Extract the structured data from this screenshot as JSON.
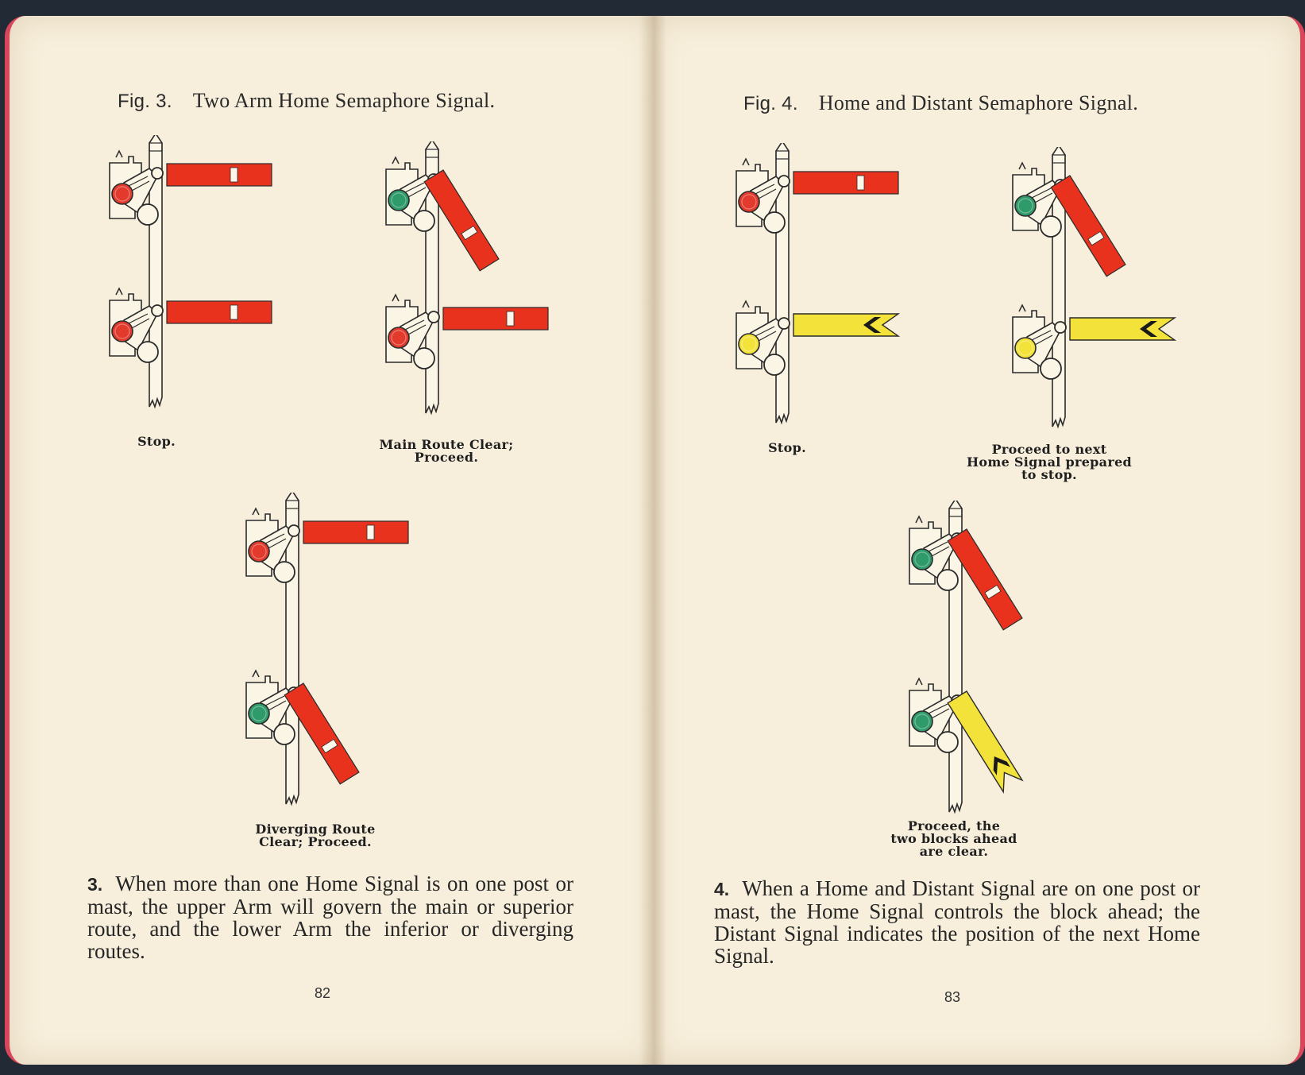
{
  "left_page": {
    "figure_number": "Fig. 3.",
    "figure_title": "Two Arm Home Semaphore Signal.",
    "diagrams": [
      {
        "caption_lines": [
          "Stop."
        ],
        "upper_arm": {
          "color": "#e8321e",
          "position": "horizontal",
          "lamp": "#e23a2c"
        },
        "lower_arm": {
          "color": "#e8321e",
          "position": "horizontal",
          "lamp": "#e23a2c"
        }
      },
      {
        "caption_lines": [
          "Main Route Clear;",
          "Proceed."
        ],
        "upper_arm": {
          "color": "#e8321e",
          "position": "lowered",
          "lamp": "#2f9a6a"
        },
        "lower_arm": {
          "color": "#e8321e",
          "position": "horizontal",
          "lamp": "#e23a2c"
        }
      },
      {
        "caption_lines": [
          "Diverging Route",
          "Clear; Proceed."
        ],
        "upper_arm": {
          "color": "#e8321e",
          "position": "horizontal",
          "lamp": "#e23a2c"
        },
        "lower_arm": {
          "color": "#e8321e",
          "position": "lowered",
          "lamp": "#2f9a6a"
        }
      }
    ],
    "paragraph_number": "3.",
    "paragraph_text": "When more than one Home Signal is on one post or mast, the upper Arm will govern the main or superior route, and the lower Arm the inferior or diverging routes.",
    "page_number": "82"
  },
  "right_page": {
    "figure_number": "Fig. 4.",
    "figure_title": "Home and Distant Semaphore Signal.",
    "diagrams": [
      {
        "caption_lines": [
          "Stop."
        ],
        "upper_arm": {
          "color": "#e8321e",
          "position": "horizontal",
          "lamp": "#e23a2c"
        },
        "lower_arm": {
          "color": "#f2e23a",
          "position": "horizontal",
          "lamp": "#f2e23a",
          "distant": true
        }
      },
      {
        "caption_lines": [
          "Proceed to next",
          "Home Signal  prepared",
          "to stop."
        ],
        "upper_arm": {
          "color": "#e8321e",
          "position": "lowered",
          "lamp": "#2f9a6a"
        },
        "lower_arm": {
          "color": "#f2e23a",
          "position": "horizontal",
          "lamp": "#f2e23a",
          "distant": true
        }
      },
      {
        "caption_lines": [
          "Proceed, the",
          "two blocks ahead",
          "are clear."
        ],
        "upper_arm": {
          "color": "#e8321e",
          "position": "lowered",
          "lamp": "#2f9a6a"
        },
        "lower_arm": {
          "color": "#f2e23a",
          "position": "lowered",
          "lamp": "#2f9a6a",
          "distant": true
        }
      }
    ],
    "paragraph_number": "4.",
    "paragraph_text": "When a Home and Distant Signal are on one post or mast, the Home Signal controls the block ahead; the Distant Signal indicates the position of the next Home Signal.",
    "page_number": "83"
  }
}
